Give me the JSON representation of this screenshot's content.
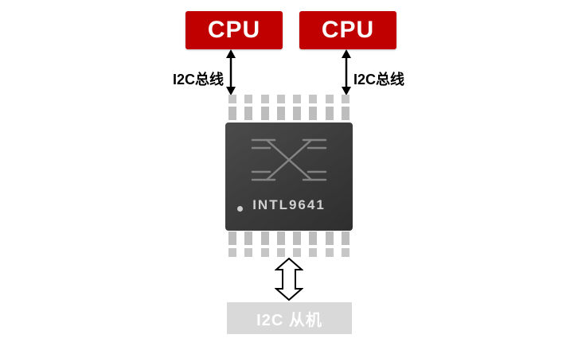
{
  "diagram": {
    "cpu_blocks": [
      {
        "label": "CPU"
      },
      {
        "label": "CPU"
      }
    ],
    "bus_labels": [
      {
        "label": "I2C总线"
      },
      {
        "label": "I2C总线"
      }
    ],
    "chip": {
      "part_number": "INTL9641"
    },
    "slave_box": {
      "label": "I2C 从机"
    },
    "colors": {
      "cpu_red": "#C00000",
      "chip_body": "#3A3A3A",
      "pin_gray": "#C6C6C6",
      "slave_gray": "#D9D9D9",
      "arrow_black": "#000000"
    }
  }
}
